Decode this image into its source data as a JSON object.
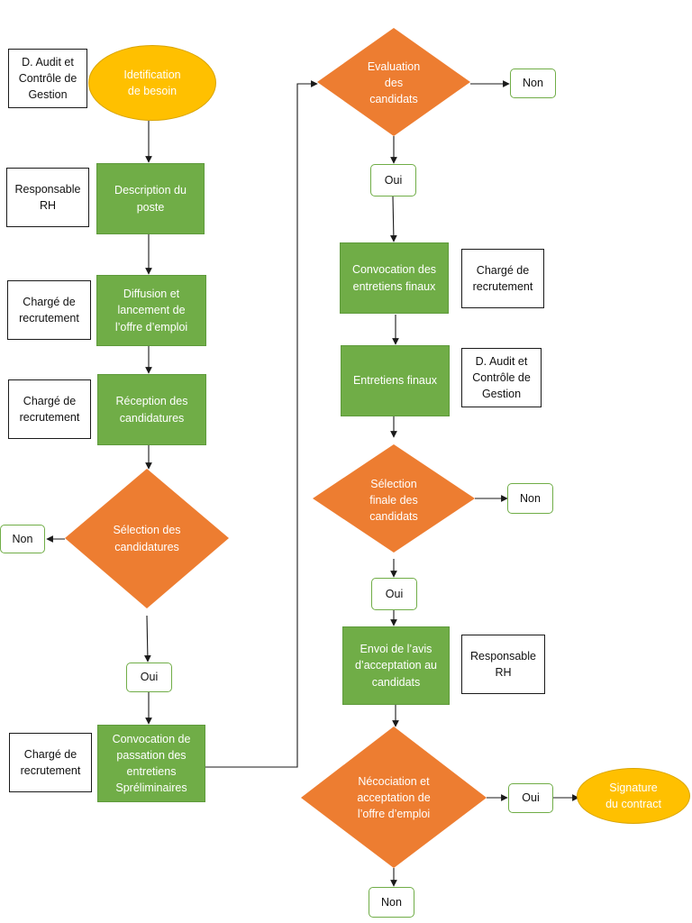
{
  "colors": {
    "process": "#70ad47",
    "decision": "#ed7d31",
    "terminal": "#ffc000",
    "answer_border": "#70ad47",
    "role_border": "#1a1a1a",
    "connector": "#1a1a1a"
  },
  "terminals": {
    "start": "Idetification\nde besoin",
    "end": "Signature\ndu contract"
  },
  "roles": {
    "r1": "D. Audit et\nContrôle de\nGestion",
    "r2": "Responsable\nRH",
    "r3": "Chargé de\nrecrutement",
    "r4": "Chargé de\nrecrutement",
    "r5": "Chargé de\nrecrutement",
    "r6": "Chargé de\nrecrutement",
    "r7": "D. Audit et\nContrôle de\nGestion",
    "r8": "Responsable\nRH"
  },
  "processes": {
    "p1": "Description du\nposte",
    "p2": "Diffusion et\nlancement de\nl’offre d’emploi",
    "p3": "Réception des\ncandidatures",
    "p4": "Convocation de\npassation des\nentretiens\nSpréliminaires",
    "p5": "Convocation des\nentretiens finaux",
    "p6": "Entretiens finaux",
    "p7": "Envoi de l’avis\nd’acceptation au\ncandidats"
  },
  "decisions": {
    "d1": "Sélection des\ncandidatures",
    "d2": "Evaluation\ndes\ncandidats",
    "d3": "Sélection\nfinale des\ncandidats",
    "d4": "Nécociation et\nacceptation de\nl’offre d’emploi"
  },
  "answers": {
    "a1": "Non",
    "a2": "Oui",
    "a3": "Non",
    "a4": "Oui",
    "a5": "Non",
    "a6": "Oui",
    "a7": "Oui",
    "a8": "Non"
  }
}
